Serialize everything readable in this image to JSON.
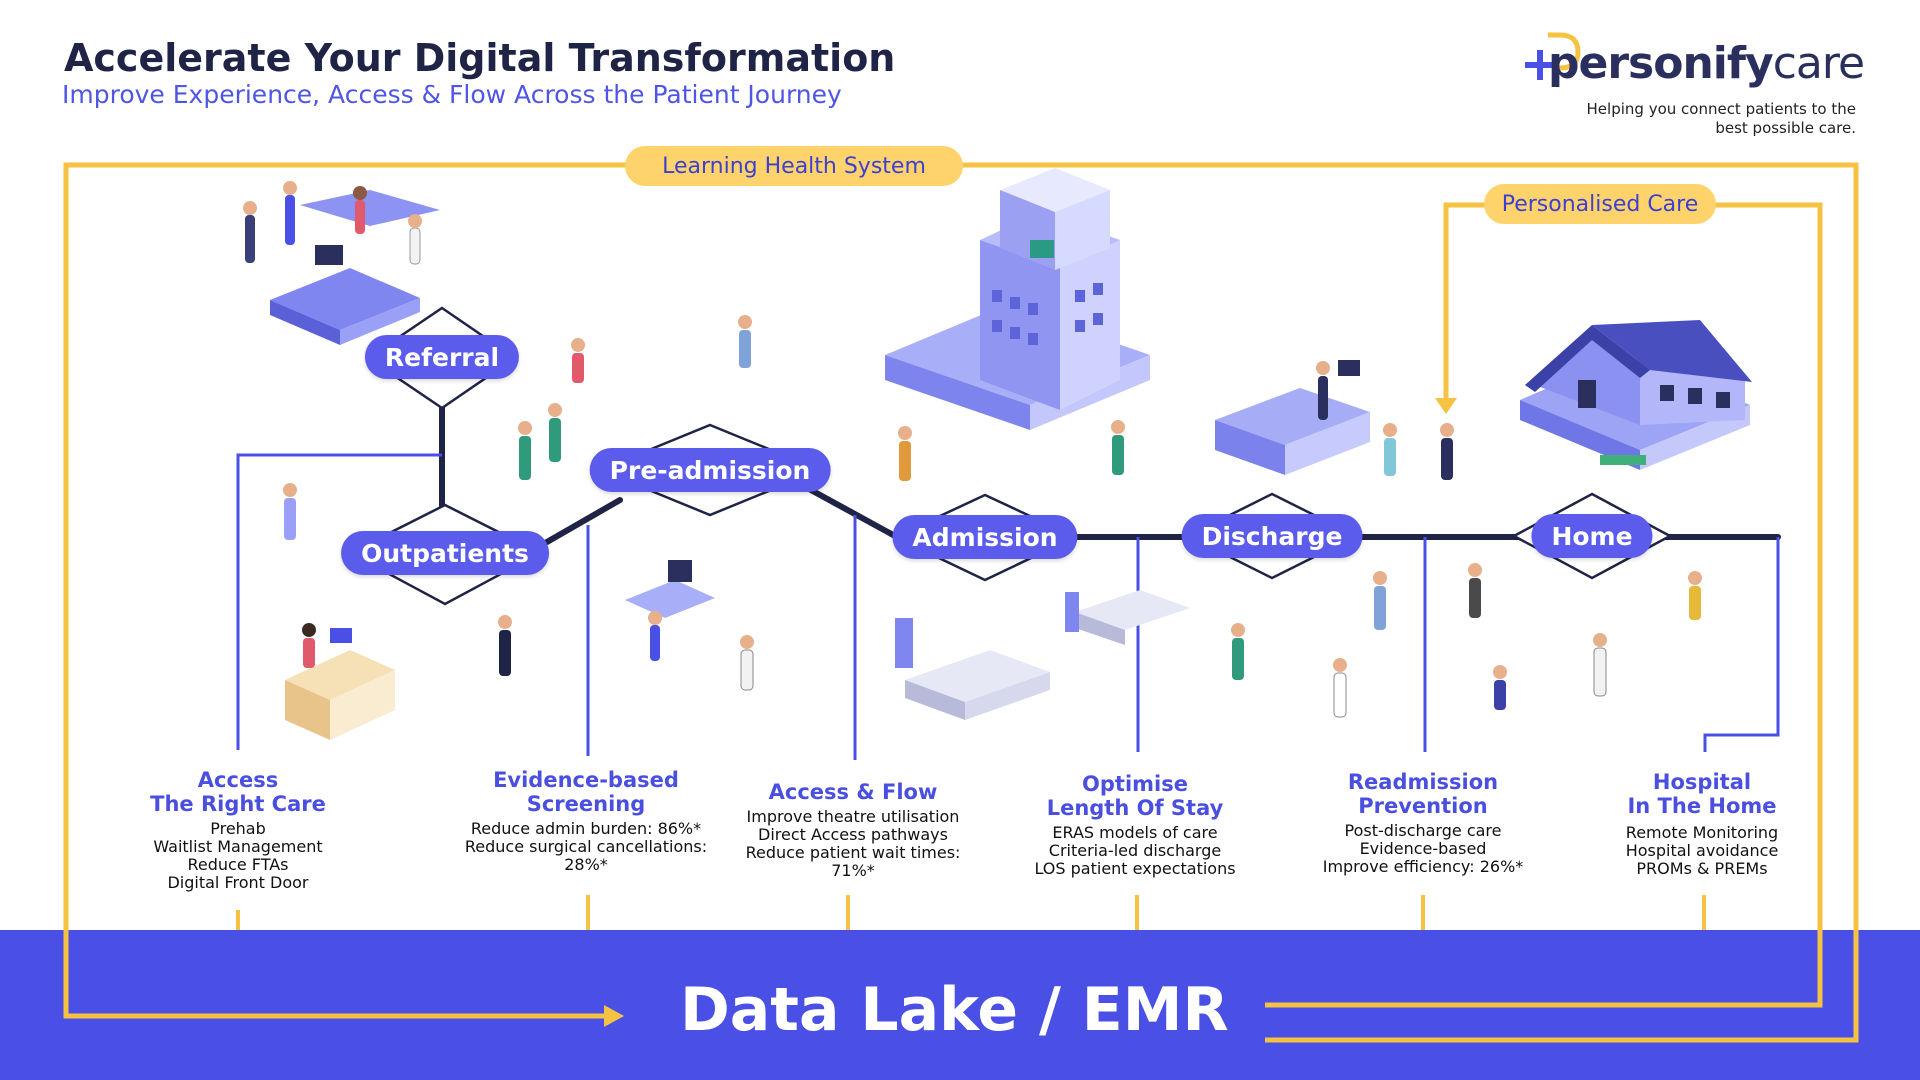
{
  "header": {
    "title": "Accelerate Your Digital Transformation",
    "subtitle": "Improve Experience, Access & Flow Across the Patient Journey"
  },
  "brand": {
    "logo_text_bold": "personify",
    "logo_text_light": "care",
    "tagline": "Helping you connect patients to the best possible care.",
    "colors": {
      "navy": "#2b2f5e",
      "accent": "#4a4fe6",
      "gold": "#ffd36b",
      "line_gold": "#f5c242"
    }
  },
  "loops": {
    "learning": "Learning Health System",
    "personalised": "Personalised Care"
  },
  "stages": [
    {
      "id": "referral",
      "label": "Referral"
    },
    {
      "id": "outpatients",
      "label": "Outpatients"
    },
    {
      "id": "preadmission",
      "label": "Pre-admission"
    },
    {
      "id": "admission",
      "label": "Admission"
    },
    {
      "id": "discharge",
      "label": "Discharge"
    },
    {
      "id": "home",
      "label": "Home"
    }
  ],
  "outcomes": [
    {
      "title": [
        "Access",
        "The Right Care"
      ],
      "items": [
        "Prehab",
        "Waitlist Management",
        "Reduce FTAs",
        "Digital Front Door"
      ]
    },
    {
      "title": [
        "Evidence-based",
        "Screening"
      ],
      "items": [
        "Reduce admin burden: 86%*",
        "Reduce surgical cancellations:",
        "28%*"
      ]
    },
    {
      "title": [
        "Access & Flow"
      ],
      "items": [
        "Improve theatre utilisation",
        "Direct Access pathways",
        "Reduce patient wait times:",
        "71%*"
      ]
    },
    {
      "title": [
        "Optimise",
        "Length Of Stay"
      ],
      "items": [
        "ERAS models of care",
        "Criteria-led discharge",
        "LOS patient expectations"
      ]
    },
    {
      "title": [
        "Readmission",
        "Prevention"
      ],
      "items": [
        "Post-discharge care",
        "Evidence-based",
        "Improve efficiency: 26%*"
      ]
    },
    {
      "title": [
        "Hospital",
        "In The Home"
      ],
      "items": [
        "Remote Monitoring",
        "Hospital avoidance",
        "PROMs & PREMs"
      ]
    }
  ],
  "footer": {
    "label": "Data Lake / EMR"
  },
  "icons": [
    "clinic-reception-illustration",
    "hospital-building-illustration",
    "house-illustration",
    "patient-figure-illustration",
    "hospital-bed-illustration",
    "arrow-down-icon",
    "arrow-right-icon",
    "logo-mark-icon"
  ]
}
